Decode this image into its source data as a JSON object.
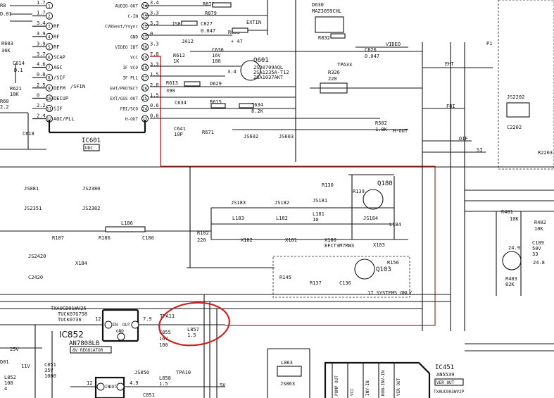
{
  "ic601": {
    "name": "IC601",
    "tag": "UDC",
    "left_pins": [
      {
        "v": "1.7",
        "num": "1",
        "sig": ""
      },
      {
        "v": "1.7",
        "num": "2",
        "sig": ""
      },
      {
        "v": "3.4",
        "num": "3",
        "sig": "RF"
      },
      {
        "v": "3.9",
        "num": "4",
        "sig": "RF"
      },
      {
        "v": "3.9",
        "num": "5",
        "sig": "RF"
      },
      {
        "v": "3.7",
        "num": "6",
        "sig": "SCAP"
      },
      {
        "v": "4.6",
        "num": "7",
        "sig": "AGC"
      },
      {
        "v": "0.8",
        "num": "8",
        "sig": "/SIF"
      },
      {
        "v": "2.5",
        "num": "9",
        "sig": "DEFM"
      },
      {
        "v": "0",
        "num": "10",
        "sig": "DECUP"
      },
      {
        "v": "2.2",
        "num": "11",
        "sig": "SIF"
      },
      {
        "v": "2.4",
        "num": "12",
        "sig": "AGC/PLL"
      }
    ],
    "sfin": "/SFIN",
    "right_pins": [
      {
        "sig": "AUDIO-OUT",
        "num": "34",
        "v": "3.4"
      },
      {
        "sig": "C-IN",
        "num": "33",
        "v": "3.3"
      },
      {
        "sig": "CVBSext/Ysync",
        "num": "32",
        "v": "3.3"
      },
      {
        "sig": "GND",
        "num": "31",
        "v": "0"
      },
      {
        "sig": "VIDEO IBT",
        "num": "30",
        "v": "3.3"
      },
      {
        "sig": "VCC",
        "num": "29",
        "v": "7.8"
      },
      {
        "sig": "IF VCO",
        "num": "28",
        "v": "3.3"
      },
      {
        "sig": "IF PLL",
        "num": "27",
        "v": "1.5"
      },
      {
        "sig": "EHT/PROTECT",
        "num": "26",
        "v": "2.8"
      },
      {
        "sig": "EXT/GSS OUT",
        "num": "25",
        "v": "1.5"
      },
      {
        "sig": "FBI/SCO",
        "num": "24",
        "v": "0.6"
      },
      {
        "sig": "H-OUT",
        "num": "23",
        "v": "0.6"
      }
    ]
  },
  "labels": {
    "r8": "R8",
    "d01": "D.01",
    "r603": "R603",
    "r603_val": "36K",
    "c614": "C614",
    "c614_val": "D.1",
    "r621": "R621",
    "r621_val": "10K",
    "r60": "R60",
    "r60_val": "2.2",
    "c618": "C618",
    "r878": "R878",
    "r879": "R879",
    "js879": "JS879",
    "c827": "C827",
    "c827_val": "0.047",
    "r833": "R833",
    "extin": "EXTIN",
    "ja12": "JA12",
    "plus47": "+ 47",
    "d630": "D630",
    "d630_part": "MAZ3059CHL",
    "r832": "R832",
    "video_sig": "VIDEO",
    "q601": "Q601",
    "q601_p1": "2SD0709AQL",
    "q601_p2": "2SA1235A-T12",
    "q601_p3": "2SA1037AKT",
    "q601_v": "3.4",
    "r612": "R612",
    "r612_val": "1K",
    "c636": "C636",
    "c636_v": "16V",
    "c636_val": "100",
    "r613": "R613",
    "r390": "390",
    "d629": "D629",
    "r615": "R615",
    "c634": "C634",
    "r634": "R634",
    "r634_val": "8.2K",
    "tpa33": "TPA33",
    "r326": "R326",
    "r326_val": "220",
    "c826": "C826",
    "c826_val": "0.047",
    "p1": "P1",
    "ent": "EHT",
    "fbi": "FBI",
    "dif": "DIF",
    "si": "SI",
    "js2202": "JS2202",
    "c2202": "C2202",
    "r2203": "R2203",
    "r502": "R502",
    "r502_val": "1.8K",
    "h_out": "H-OUT",
    "js602": "JS602",
    "js603": "JS603",
    "c641": "C641",
    "c641_val": "10P",
    "r671": "R671",
    "js081": "JS081",
    "js2380": "JS2380",
    "js2351": "JS2351",
    "js2382": "JS2382",
    "r187": "R187",
    "r186": "R186",
    "l186": "L186",
    "c180": "C180",
    "x184": "X184",
    "js2420": "JS2420",
    "c2420": "C2420",
    "r182": "R182",
    "r182_val": "220",
    "js183": "JS183",
    "l183": "L183",
    "js182": "JS182",
    "l182": "L182",
    "js181": "JS181",
    "l181": "L181",
    "l181_val": "10",
    "x182": "X182",
    "x181": "X181",
    "x180": "X180",
    "x180_part": "EFCT3M7MW3",
    "js184": "JS184",
    "l184": "L184",
    "x183": "X183",
    "r130": "R130",
    "r139": "R139",
    "q180": "Q180",
    "r156": "R156",
    "systems17": "17 SYSTEMS ONLY",
    "r145": "R145",
    "r137": "R137",
    "c136": "C136",
    "q103": "Q103",
    "r401": "R401",
    "r401_val": "10K",
    "r402": "R402",
    "r402_val": "10K",
    "v249": "24.9",
    "c109": "C109",
    "c109_v": "50V",
    "c109_val": "33",
    "v248": "24.8",
    "r403": "R403",
    "r403_val": "82K",
    "tpa11": "TPA11",
    "c855": "C855",
    "c855_v": "16V",
    "c855_val": "100",
    "l857": "L857",
    "l857_val": "1.5",
    "v25": "25V",
    "d01b": "D01",
    "v11": "11V",
    "c851": "C851",
    "c851_v": "35V",
    "c851_val": "1000",
    "l852": "L852",
    "l852_val": "100",
    "num4": "4",
    "js850": "JS850",
    "l858": "L858",
    "l858_val": "1.5",
    "tpa10": "TPA10",
    "v5": "5V",
    "c851b": "C851",
    "l863": "L863",
    "js863": "JS863"
  },
  "ic852": {
    "part1": "TXAUCD01WV25",
    "part2": "TUCK07G758",
    "part3": "TUCK0736",
    "name": "IC852",
    "model": "AN7808LB",
    "tag": "8V REGULATOR",
    "in": "IN",
    "out": "OUT",
    "gnd": "GND",
    "p12": "12",
    "v79": "7.9"
  },
  "ic_bottom": {
    "in": "IN",
    "out": "OUT",
    "p12": "12",
    "v49": "4.9"
  },
  "ic451": {
    "name": "IC451",
    "model": "AN5539",
    "tag": "VER OUT",
    "part": "TXAUC003WV2P",
    "pins": [
      "PUMP OUT",
      "VCC",
      "INV-IN",
      "NON-INV-IN",
      "VER OUT"
    ]
  }
}
